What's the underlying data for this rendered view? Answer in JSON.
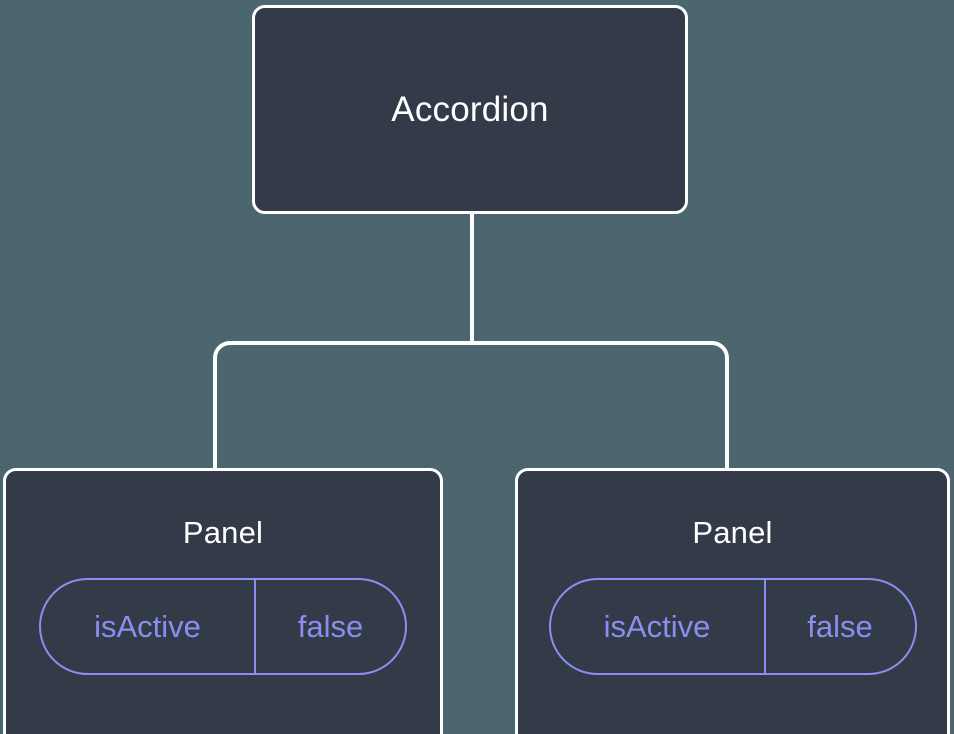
{
  "canvas": {
    "background_color": "#4c6670",
    "node_fill_color": "#343b48",
    "node_border_color": "#ffffff",
    "edge_color": "#ffffff",
    "prop_color": "#8b8ef0"
  },
  "tree": {
    "root": {
      "title": "Accordion"
    },
    "children": [
      {
        "title": "Panel",
        "prop": {
          "key": "isActive",
          "value": "false"
        }
      },
      {
        "title": "Panel",
        "prop": {
          "key": "isActive",
          "value": "false"
        }
      }
    ]
  }
}
